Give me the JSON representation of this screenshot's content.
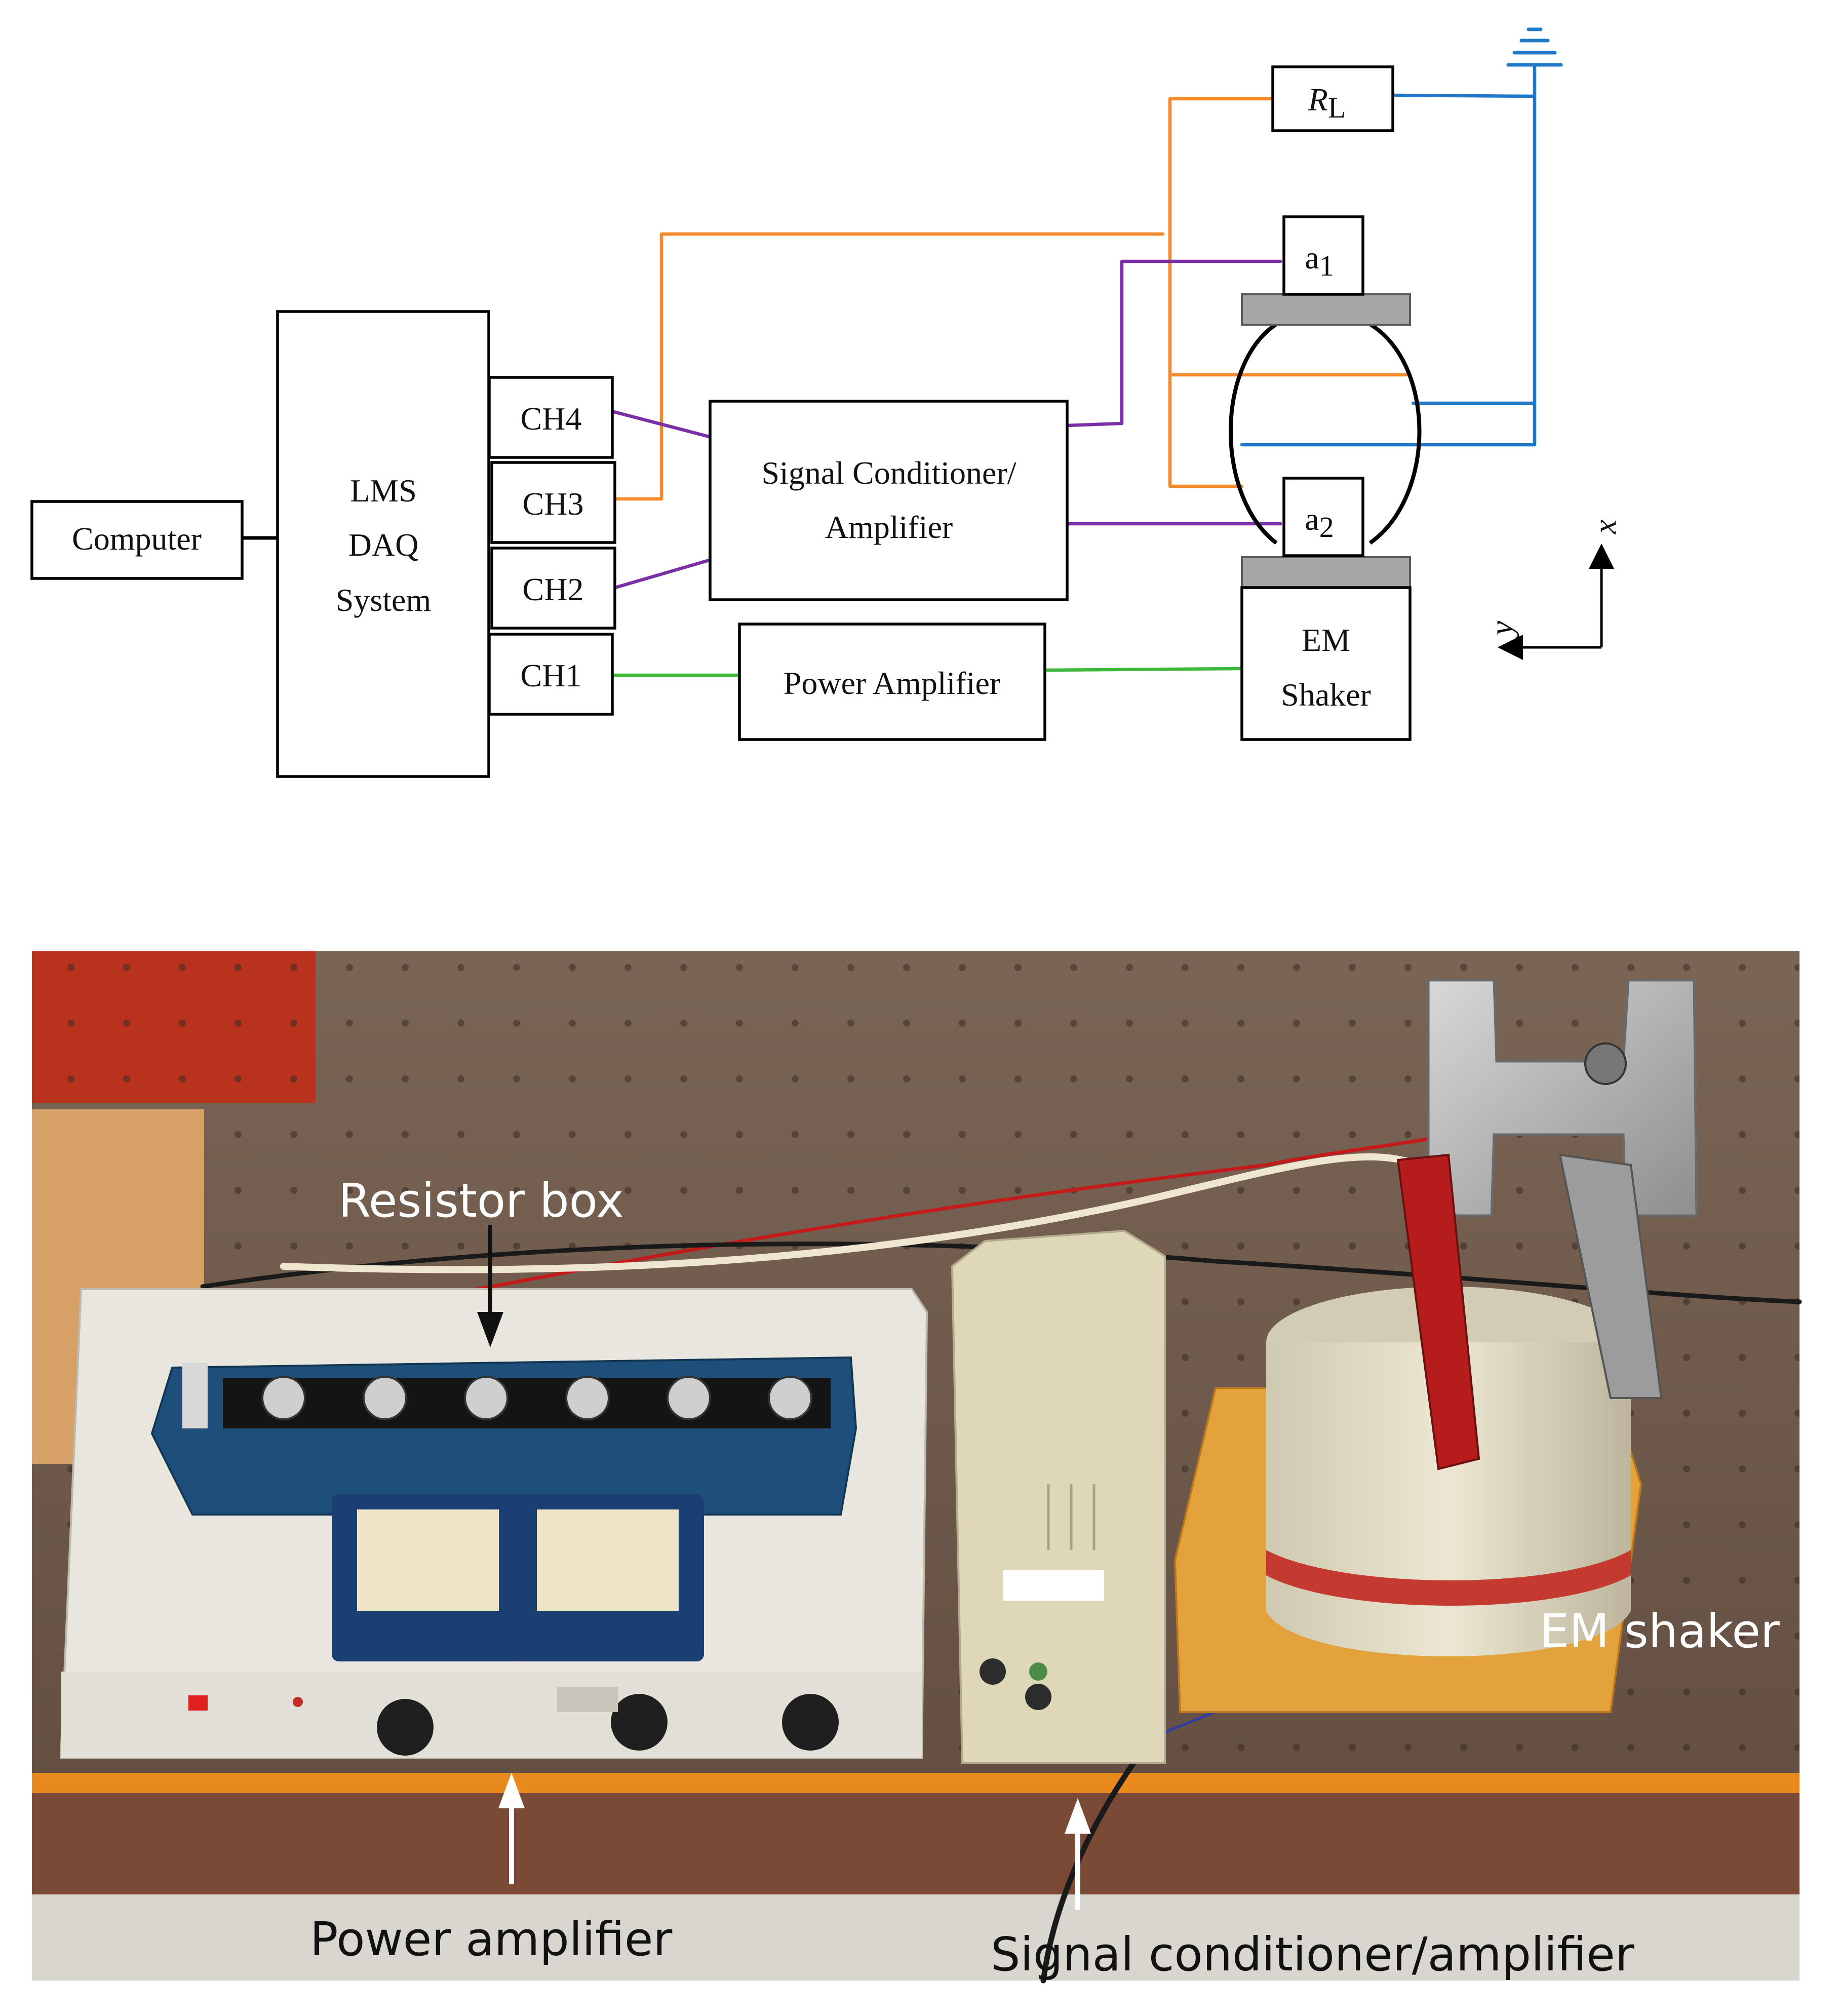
{
  "diagram": {
    "blocks": {
      "computer": "Computer",
      "daq": [
        "LMS",
        "DAQ",
        "System"
      ],
      "ch4": "CH4",
      "ch3": "CH3",
      "ch2": "CH2",
      "ch1": "CH1",
      "signal_conditioner": [
        "Signal Conditioner/",
        "Amplifier"
      ],
      "power_amplifier": "Power Amplifier",
      "em_shaker": [
        "EM",
        "Shaker"
      ],
      "resistor": {
        "main": "R",
        "sub": "L"
      },
      "accelerometer_1": {
        "main": "a",
        "sub": "1"
      },
      "accelerometer_2": {
        "main": "a",
        "sub": "2"
      }
    },
    "axes": {
      "x": "x",
      "y": "y"
    },
    "colors": {
      "ch3_load": "#f58a2c",
      "ground": "#1f78c8",
      "accelerometer": "#7b2fa6",
      "drive": "#3cb83a",
      "plate": "#a6a6a6"
    }
  },
  "photo": {
    "labels": {
      "resistor_box": "Resistor box",
      "power_amplifier": "Power amplifier",
      "signal_conditioner": "Signal conditioner/amplifier",
      "em_shaker": "EM shaker"
    },
    "colors": {
      "label_white": "#ffffff",
      "label_black": "#111111"
    }
  }
}
